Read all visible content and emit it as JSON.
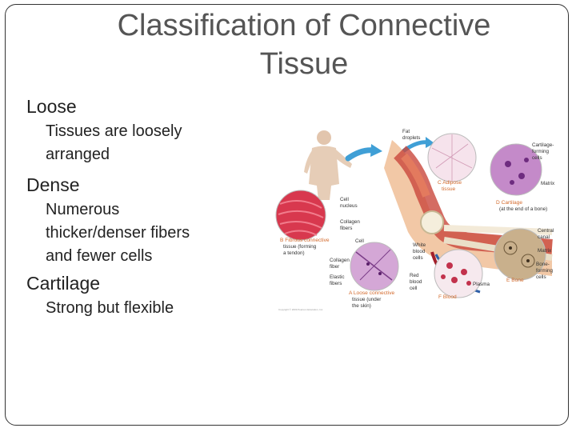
{
  "slide": {
    "title_line1": "Classification of Connective",
    "title_line2": "Tissue"
  },
  "bullet_glyph": "",
  "bullets": [
    {
      "label": "Loose",
      "sub": [
        "Tissues are loosely",
        "arranged"
      ]
    },
    {
      "label": "Dense",
      "sub": [
        "Numerous",
        "thicker/denser fibers",
        "and fewer cells"
      ]
    },
    {
      "label": "Cartilage",
      "sub": [
        "Strong but flexible"
      ]
    }
  ],
  "figure": {
    "labels": {
      "fat_droplets_1": "Fat",
      "fat_droplets_2": "droplets",
      "cartilage_forming_1": "Cartilage-",
      "cartilage_forming_2": "forming",
      "cartilage_forming_3": "cells",
      "adipose_1": "C Adipose",
      "adipose_2": "tissue",
      "matrix_1": "Matrix",
      "cartilage_1": "D Cartilage",
      "cartilage_2": "(at the end of a bone)",
      "cell_nucleus_1": "Cell",
      "cell_nucleus_2": "nucleus",
      "collagen_fibers_1": "Collagen",
      "collagen_fibers_2": "fibers",
      "central_canal_1": "Central",
      "central_canal_2": "canal",
      "matrix_2": "Matrix",
      "fibrous_1": "B Fibrous connective",
      "fibrous_2": "tissue (forming",
      "fibrous_3": "a tendon)",
      "cell": "Cell",
      "white_blood_1": "White",
      "white_blood_2": "blood",
      "white_blood_3": "cells",
      "bone_forming_1": "Bone-",
      "bone_forming_2": "forming",
      "bone_forming_3": "cells",
      "collagen_fiber_1": "Collagen",
      "collagen_fiber_2": "fiber",
      "elastic_1": "Elastic",
      "elastic_2": "fibers",
      "red_blood_1": "Red",
      "red_blood_2": "blood",
      "red_blood_3": "cell",
      "plasma": "Plasma",
      "bone": "E Bone",
      "loose_1": "A Loose connective",
      "loose_2": "tissue (under",
      "loose_3": "the skin)",
      "blood": "F Blood",
      "copyright": "Copyright © 2009 Pearson Education, Inc."
    }
  }
}
